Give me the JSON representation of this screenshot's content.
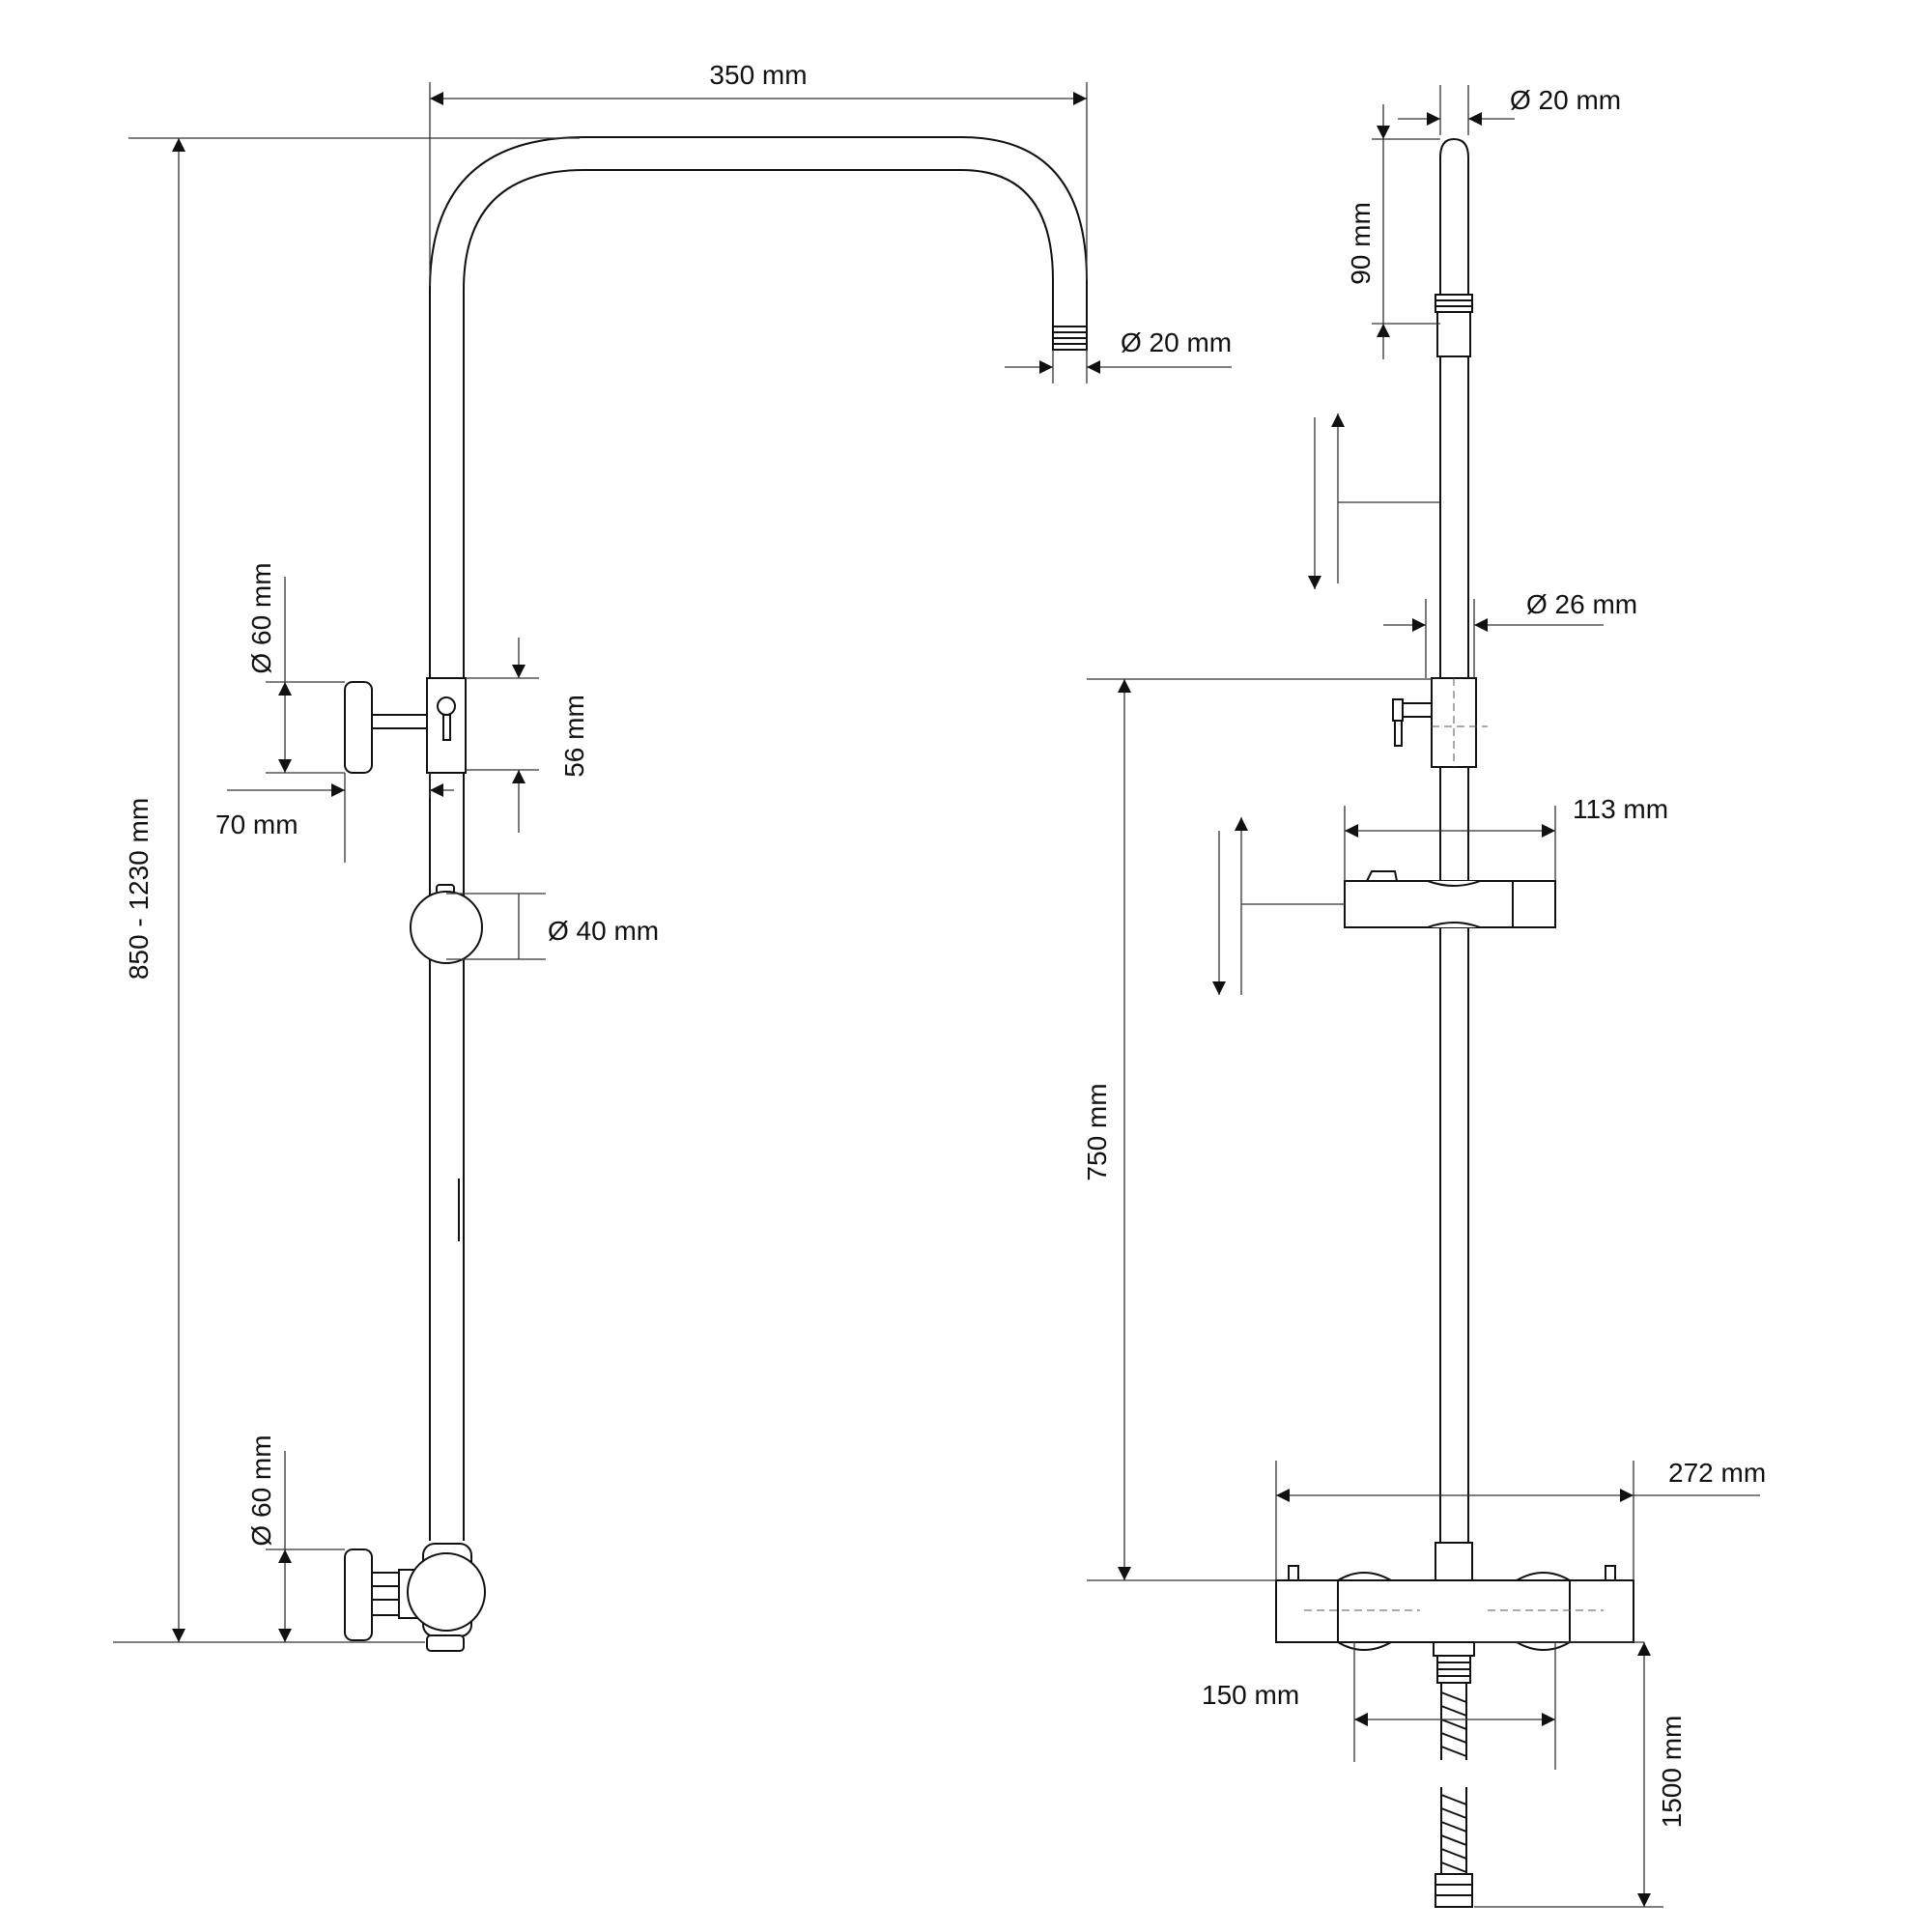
{
  "dimensions": {
    "arm_reach": "350 mm",
    "arm_outlet_dia": "Ø 20 mm",
    "total_height": "850 - 1230 mm",
    "upper_flange_dia": "Ø 60 mm",
    "holder_height": "56 mm",
    "wall_offset": "70 mm",
    "slider_dia": "Ø 40 mm",
    "lower_flange_dia": "Ø 60 mm",
    "side_top_dia": "Ø 20 mm",
    "side_top_length": "90 mm",
    "rail_dia": "Ø 26 mm",
    "holder_width": "113 mm",
    "rail_length": "750 mm",
    "mixer_width": "272 mm",
    "inlet_spacing": "150 mm",
    "hose_length": "1500 mm"
  },
  "colors": {
    "line": "#111111",
    "background": "#ffffff"
  }
}
